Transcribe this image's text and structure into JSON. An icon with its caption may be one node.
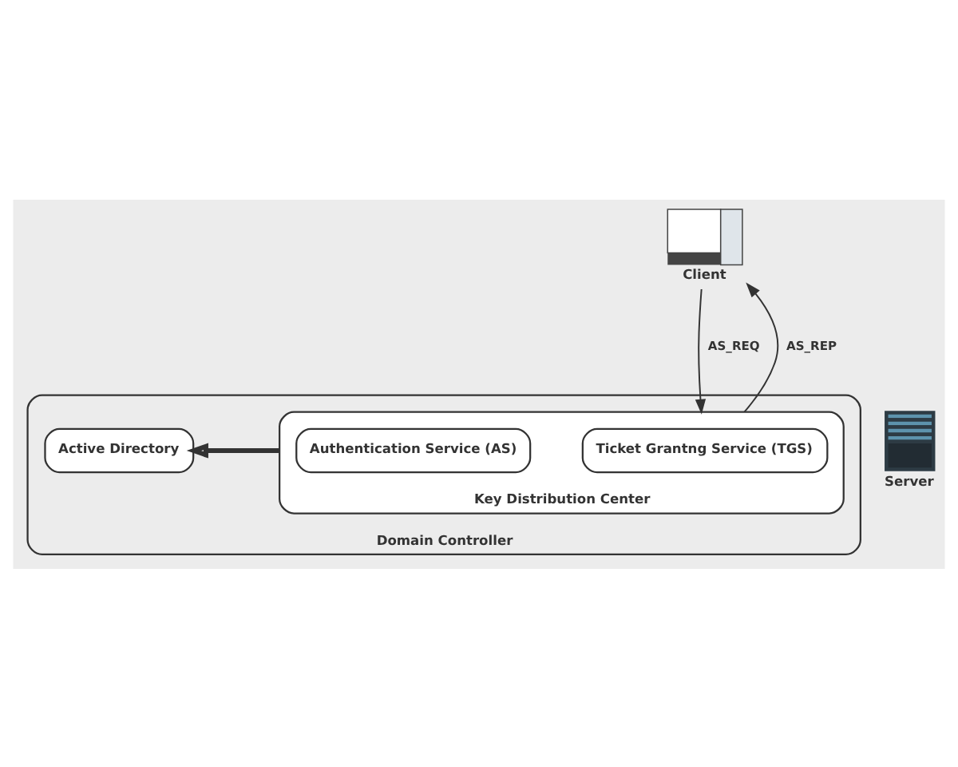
{
  "diagram": {
    "nodes": [
      {
        "text": [
          "Client"
        ]
      },
      {
        "text": [
          "Domain Controller"
        ]
      },
      {
        "text": [
          "Active Directory"
        ],
        "in": 1
      },
      {
        "text": [
          "Key Distribution Center"
        ],
        "in": 1
      },
      {
        "text": [
          "Authentication Service (AS)"
        ],
        "in": 3
      },
      {
        "text": [
          "Ticket Grantng Service (TGS)"
        ],
        "in": 3
      },
      {
        "text": [
          "Server"
        ]
      }
    ],
    "edges": [
      {
        "from": 0,
        "to": 3,
        "label": "AS_REQ",
        "arrow": "to"
      },
      {
        "from": 3,
        "to": 0,
        "label": "AS_REP",
        "arrow": "to"
      },
      {
        "from": 3,
        "to": 2,
        "arrow": "to",
        "style": "thick"
      }
    ]
  }
}
